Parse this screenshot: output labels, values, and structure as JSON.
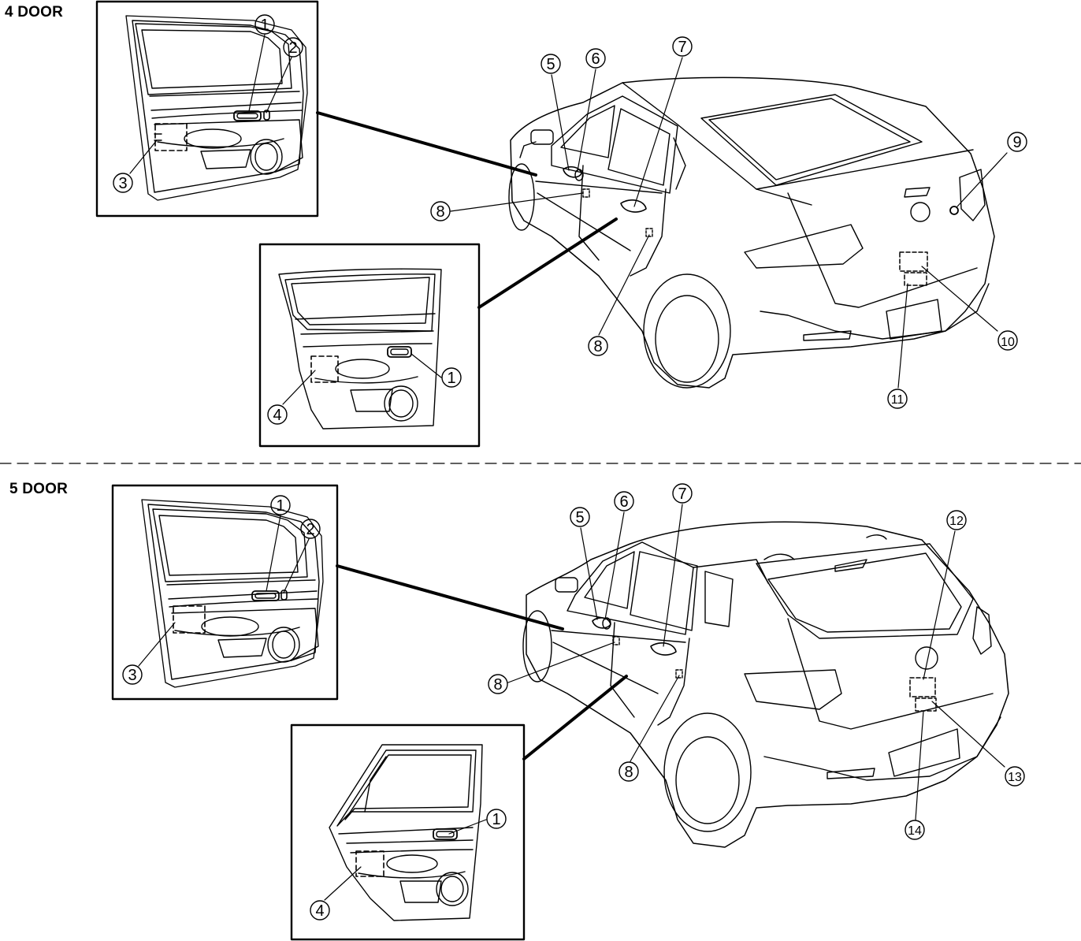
{
  "sections": {
    "four_door": {
      "label": "4 DOOR"
    },
    "five_door": {
      "label": "5 DOOR"
    }
  },
  "callouts": {
    "c1": "1",
    "c2": "2",
    "c3": "3",
    "c4": "4",
    "c5": "5",
    "c6": "6",
    "c7": "7",
    "c8": "8",
    "c9": "9",
    "c10": "10",
    "c11": "11",
    "c12": "12",
    "c13": "13",
    "c14": "14"
  },
  "colors": {
    "line": "#000000",
    "background": "#ffffff"
  }
}
